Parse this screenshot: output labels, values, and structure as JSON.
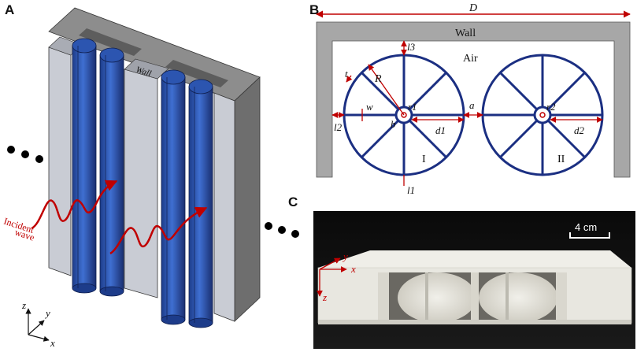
{
  "panels": {
    "a": {
      "label": "A",
      "wall_label": "Wall",
      "incident_label": "Incident",
      "wave_label": "wave",
      "axis_x": "x",
      "axis_y": "y",
      "axis_z": "z"
    },
    "b": {
      "label": "B",
      "dim_D": "D",
      "wall": "Wall",
      "air": "Air",
      "dim_R": "R",
      "dim_l1": "l1",
      "dim_l2": "l2",
      "dim_l3": "l3",
      "dim_a": "a",
      "dim_d1": "d1",
      "dim_d2": "d2",
      "dim_w": "w",
      "dim_t": "t",
      "dim_r1": "r1",
      "dim_r2": "r2",
      "dim_b": "b",
      "label_I": "I",
      "label_II": "II"
    },
    "c": {
      "label": "C",
      "scale": "4 cm",
      "axis_x": "x",
      "axis_y": "y",
      "axis_z": "z"
    }
  },
  "colors": {
    "resonator_blue": "#1b2f82",
    "annotation_red": "#c00000",
    "wall_grey": "#a7a7a7"
  }
}
